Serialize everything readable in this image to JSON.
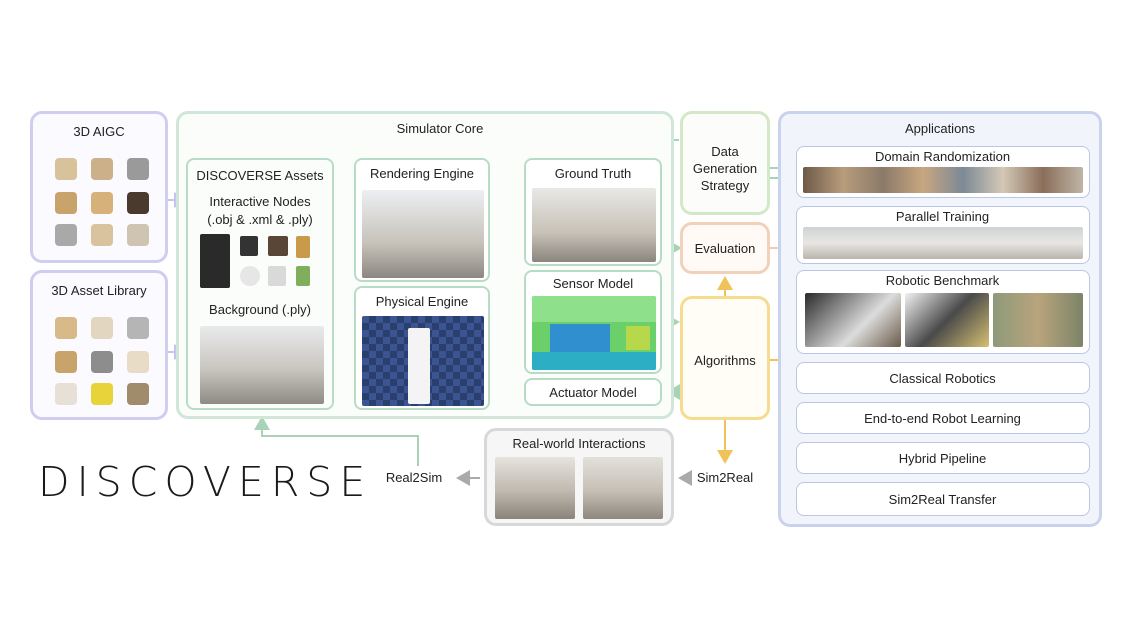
{
  "left": {
    "aigc_title": "3D AIGC",
    "library_title": "3D Asset Library"
  },
  "core": {
    "title": "Simulator Core",
    "assets_title": "DISCOVERSE Assets",
    "interactive_nodes": "Interactive Nodes",
    "interactive_formats": "(.obj & .xml & .ply)",
    "background": "Background (.ply)",
    "rendering_engine": "Rendering Engine",
    "physical_engine": "Physical Engine",
    "ground_truth": "Ground Truth",
    "sensor_model": "Sensor Model",
    "actuator_model": "Actuator Model"
  },
  "middle": {
    "data_generation": [
      "Data",
      "Generation",
      "Strategy"
    ],
    "evaluation": "Evaluation",
    "algorithms": "Algorithms"
  },
  "applications": {
    "title": "Applications",
    "items": [
      "Domain Randomization",
      "Parallel Training",
      "Robotic Benchmark",
      "Classical Robotics",
      "End-to-end Robot Learning",
      "Hybrid Pipeline",
      "Sim2Real Transfer"
    ]
  },
  "bottom": {
    "logo": "DISCOVERSE",
    "real2sim": "Real2Sim",
    "sim2real": "Sim2Real",
    "real_world": "Real-world Interactions"
  },
  "colors": {
    "left_panel_border": "#cfcdf0",
    "core_border": "#cfe6d8",
    "box_border": "#b7dcc5",
    "data_gen_border": "#d3e8c7",
    "evaluation_border": "#f3d0b8",
    "algorithms_border": "#f6dc8e",
    "apps_border": "#c9d3ee",
    "apps_fill": "#f1f4fb",
    "real_border": "#d8d8d8",
    "arrow_green": "#a9d3b6",
    "arrow_orange": "#f0c25a",
    "arrow_purple": "#c8c3ee"
  }
}
